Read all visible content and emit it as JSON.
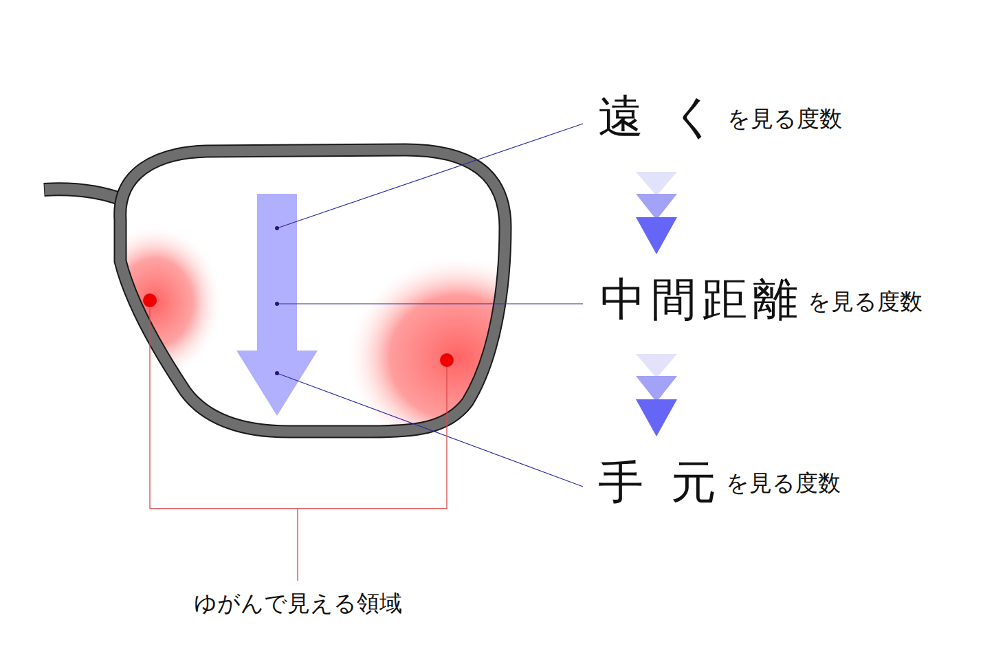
{
  "diagram": {
    "labels": [
      "遠く",
      "を見る度数",
      "中間距離",
      "を見る度数",
      "手元",
      "を見る度数",
      "ゆがんで見える領域"
    ]
  }
}
